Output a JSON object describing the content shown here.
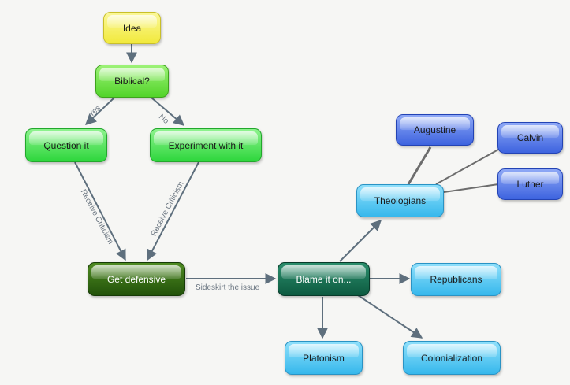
{
  "nodes": {
    "idea": "Idea",
    "biblical": "Biblical?",
    "question": "Question it",
    "experiment": "Experiment with it",
    "defensive": "Get defensive",
    "blame": "Blame it on...",
    "theologians": "Theologians",
    "augustine": "Augustine",
    "calvin": "Calvin",
    "luther": "Luther",
    "republicans": "Republicans",
    "platonism": "Platonism",
    "colonialization": "Colonialization"
  },
  "edge_labels": {
    "yes": "Yes",
    "no": "No",
    "criticism_left": "Receive Criticism",
    "criticism_right": "Receive Criticism",
    "sideskirt": "Sideskirt the issue"
  },
  "colors": {
    "arrow": "#5e6f7d",
    "link": "#6d6d6d",
    "background": "#f6f6f4"
  }
}
